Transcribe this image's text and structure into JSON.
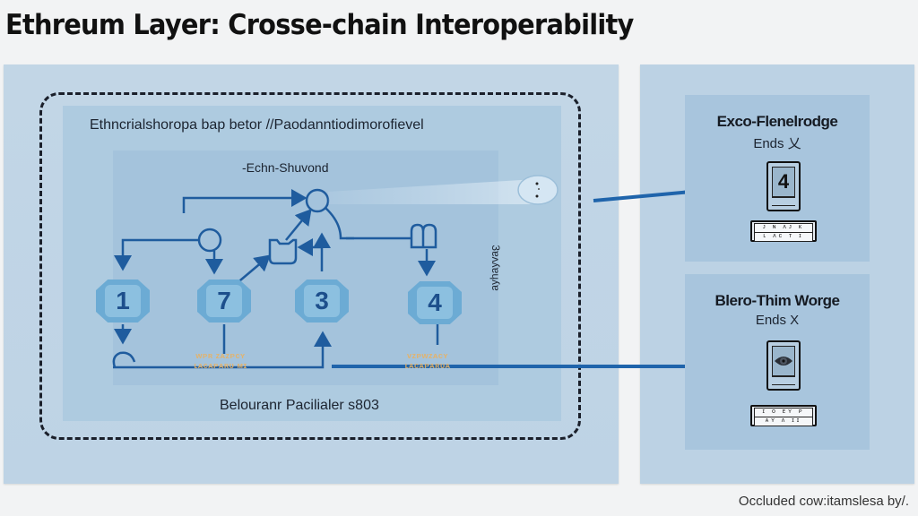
{
  "title": "Ethreum Layer: Crosse-chain Interoperability",
  "left_panel": {
    "outer_label": "Ethncrialshoropa bap betor //Paodanntiodimorofievel",
    "inner_label": "-Echn-Shuvond",
    "vertical_label": "3ɐʌʎɐɥʎɐ",
    "bottom_label": "Belouranr Pacilialer s803",
    "nodes": [
      {
        "label": "1"
      },
      {
        "label": "7"
      },
      {
        "label": "3"
      },
      {
        "label": "4"
      }
    ],
    "orange_notes": [
      {
        "line1": "ᴡᴘʀ ᴢᴀᴢᴘᴄʏ",
        "line2": "ʟᴀᴄᴀᴘᴀʀᴜ ᴍɪ"
      },
      {
        "line1": "ᴠᴢᴘᴡᴢᴀᴄʏ",
        "line2": "ʟᴀᴄᴀᴘᴀʀᴜᴀ"
      }
    ]
  },
  "right_panel": {
    "cards": [
      {
        "title": "Exco-Flenelrodge",
        "subtitle": "Ends 乂",
        "screen_glyph": "4",
        "keypad_rows": [
          "ᴊ ɴ ᴧᴊ ᴋ",
          "ʟ ᴧᴄ ᴛ ɪ"
        ]
      },
      {
        "title": "Blero-Thim Worge",
        "subtitle": "Ends X",
        "screen_glyph": "eye",
        "keypad_rows": [
          "ɪ ᴏ ᴇʏ ᴘ",
          "ᴀʏ ᴧ ɪɪ"
        ]
      }
    ]
  },
  "footer": "Occluded cow:itamslesa by/.",
  "colors": {
    "wire": "#1f5c9e",
    "node_fill": "#6cabd4",
    "node_text": "#1d4f8c",
    "note_orange": "#e8b264",
    "dashed": "#1a1f2a"
  }
}
